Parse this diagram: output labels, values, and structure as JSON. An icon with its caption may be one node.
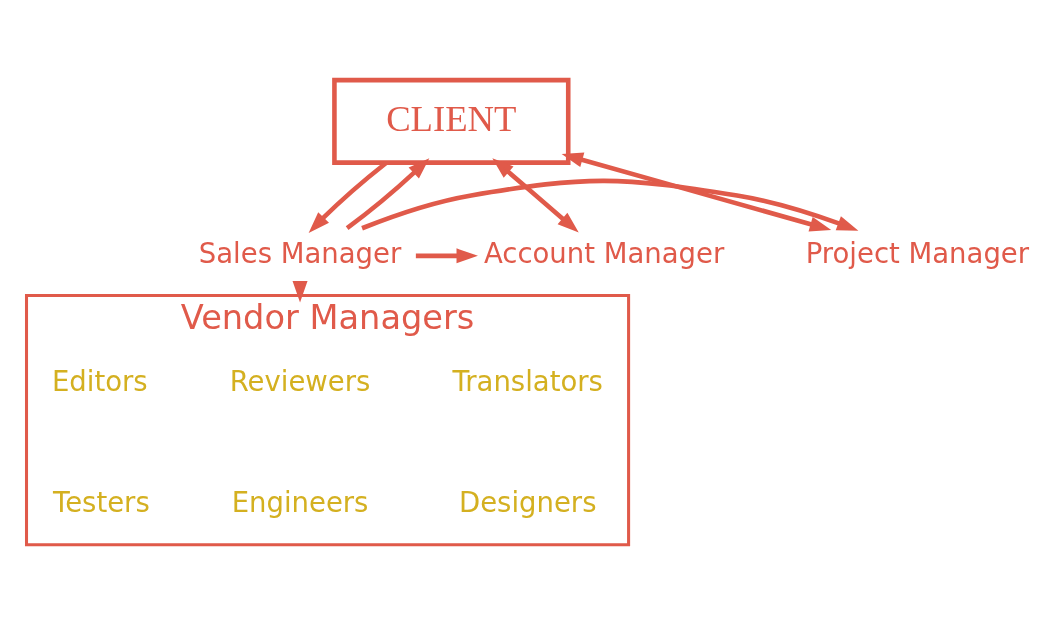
{
  "diagram": {
    "nodes": [
      {
        "text": [
          "CLIENT"
        ]
      },
      {
        "text": [
          "Sales Manager"
        ]
      },
      {
        "text": [
          "Account Manager"
        ]
      },
      {
        "text": [
          "Project Manager"
        ]
      },
      {
        "text": [
          "Vendor Managers"
        ]
      },
      {
        "text": [
          "Translators"
        ],
        "in": 4
      },
      {
        "text": [
          "Reviewers"
        ],
        "in": 4
      },
      {
        "text": [
          "Editors"
        ],
        "in": 4
      },
      {
        "text": [
          "Designers"
        ],
        "in": 4
      },
      {
        "text": [
          "Engineers"
        ],
        "in": 4
      },
      {
        "text": [
          "Testers"
        ],
        "in": 4
      }
    ],
    "edges": [
      {
        "from": 0,
        "to": 2,
        "arrow": "both"
      },
      {
        "from": 0,
        "to": 3,
        "arrow": "both"
      },
      {
        "from": 0,
        "to": 1,
        "arrow": "to"
      },
      {
        "from": 1,
        "to": 0,
        "arrow": "to"
      },
      {
        "from": 1,
        "to": 2,
        "arrow": "to"
      },
      {
        "from": 1,
        "to": 3,
        "arrow": "to"
      },
      {
        "from": 1,
        "to": 4,
        "arrow": "to"
      }
    ]
  }
}
